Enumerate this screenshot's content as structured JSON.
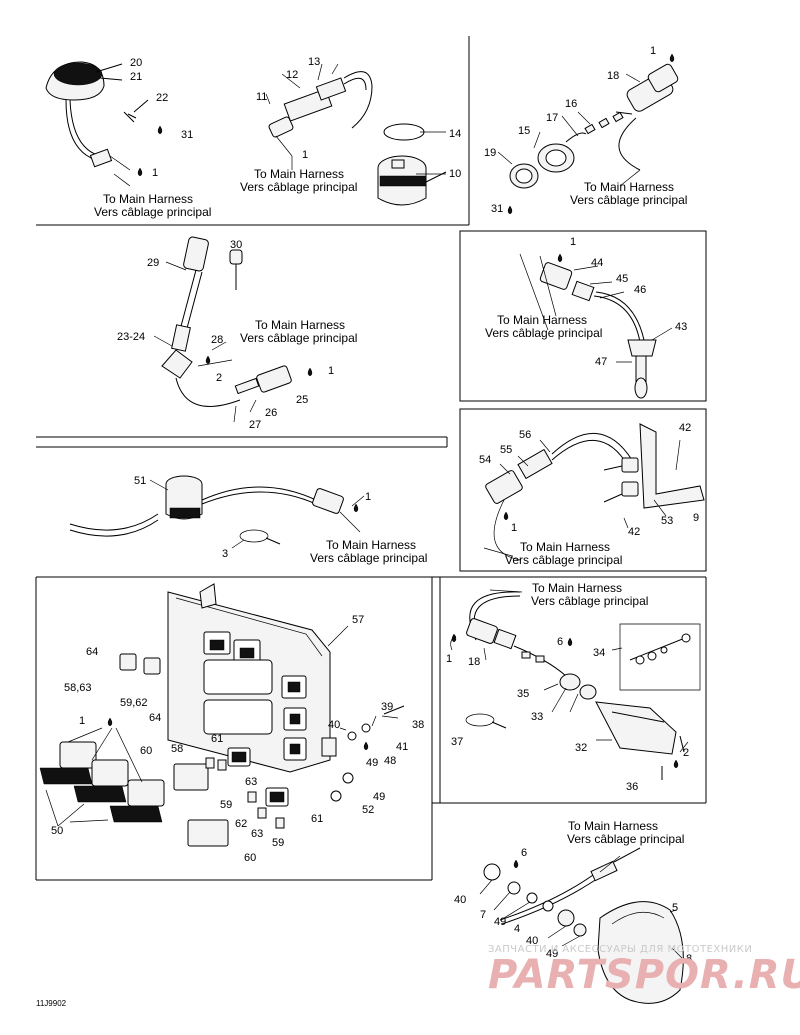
{
  "drawing_code": "11J9902",
  "watermark": {
    "line1": "ЗАПЧАСТИ И АКСЕССУАРЫ ДЛЯ МОТОТЕХНИКИ",
    "line2": "PARTSPOR.RU"
  },
  "notes": {
    "n1": {
      "line1": "To Main Harness",
      "line2": "Vers câblage principal"
    },
    "n2": {
      "line1": "To Main Harness",
      "line2": "Vers câblage principal"
    },
    "n3": {
      "line1": "To Main Harness",
      "line2": "Vers câblage principal"
    },
    "n4": {
      "line1": "To Main Harness",
      "line2": "Vers câblage principal"
    },
    "n5": {
      "line1": "To Main Harness",
      "line2": "Vers câblage principal"
    },
    "n6": {
      "line1": "To Main Harness",
      "line2": "Vers câblage principal"
    },
    "n7": {
      "line1": "To Main Harness",
      "line2": "Vers câblage principal"
    },
    "n8": {
      "line1": "To Main Harness",
      "line2": "Vers câblage principal"
    },
    "n9": {
      "line1": "To Main Harness",
      "line2": "Vers câblage principal"
    }
  },
  "callouts": {
    "c20": "20",
    "c21": "21",
    "c22": "22",
    "c31a": "31",
    "c1a": "1",
    "c13": "13",
    "c12": "12",
    "c11": "11",
    "c1b": "1",
    "c14": "14",
    "c10": "10",
    "c1c": "1",
    "c18a": "18",
    "c16": "16",
    "c17": "17",
    "c15": "15",
    "c19": "19",
    "c31b": "31",
    "c30": "30",
    "c29": "29",
    "c2324": "23-24",
    "c28": "28",
    "c2a": "2",
    "c1d": "1",
    "c25": "25",
    "c26": "26",
    "c27": "27",
    "c1e": "1",
    "c44": "44",
    "c45": "45",
    "c46": "46",
    "c43": "43",
    "c47": "47",
    "c51": "51",
    "c1f": "1",
    "c3": "3",
    "c56": "56",
    "c55": "55",
    "c54": "54",
    "c1g": "1",
    "c42a": "42",
    "c53": "53",
    "c9": "9",
    "c42b": "42",
    "c57": "57",
    "c64a": "64",
    "c5863": "58,63",
    "c5962": "59,62",
    "c64b": "64",
    "c1h": "1",
    "c60a": "60",
    "c58": "58",
    "c61a": "61",
    "c63a": "63",
    "c59a": "59",
    "c62": "62",
    "c63b": "63",
    "c59b": "59",
    "c61b": "61",
    "c60b": "60",
    "c50": "50",
    "c39": "39",
    "c40a": "40",
    "c38": "38",
    "c41": "41",
    "c49a": "49",
    "c48": "48",
    "c49b": "49",
    "c52": "52",
    "c1i": "1",
    "c18b": "18",
    "c6a": "6",
    "c34": "34",
    "c35": "35",
    "c33": "33",
    "c37": "37",
    "c32": "32",
    "c2b": "2",
    "c36": "36",
    "c6b": "6",
    "c40b": "40",
    "c7": "7",
    "c49c": "49",
    "c4": "4",
    "c40c": "40",
    "c49d": "49",
    "c5": "5",
    "c8": "8"
  }
}
